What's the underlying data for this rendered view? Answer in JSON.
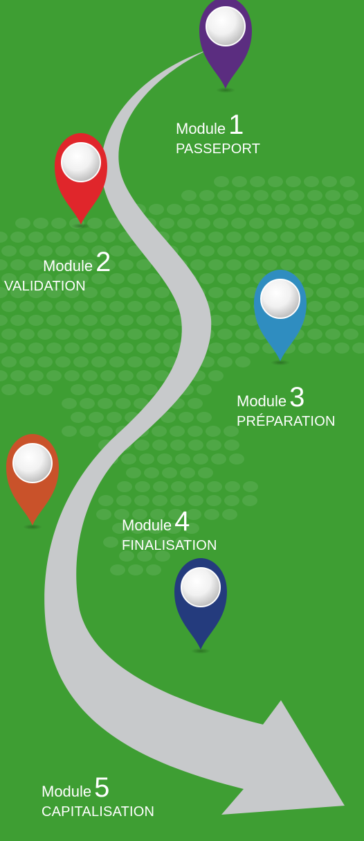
{
  "colors": {
    "background": "#3e9e33",
    "path_arrow": "#c7c9cb",
    "dot_pattern": "#5cae55"
  },
  "modules": [
    {
      "word": "Module",
      "number": "1",
      "name": "PASSEPORT",
      "pin_color": "#5b2d80"
    },
    {
      "word": "Module",
      "number": "2",
      "name": "VALIDATION",
      "pin_color": "#e0262b"
    },
    {
      "word": "Module",
      "number": "3",
      "name": "PRÉPARATION",
      "pin_color": "#2f8dc0"
    },
    {
      "word": "Module",
      "number": "4",
      "name": "FINALISATION",
      "pin_color": "#c9522a"
    },
    {
      "word": "Module",
      "number": "5",
      "name": "CAPITALISATION",
      "pin_color": "#243b7d"
    }
  ]
}
